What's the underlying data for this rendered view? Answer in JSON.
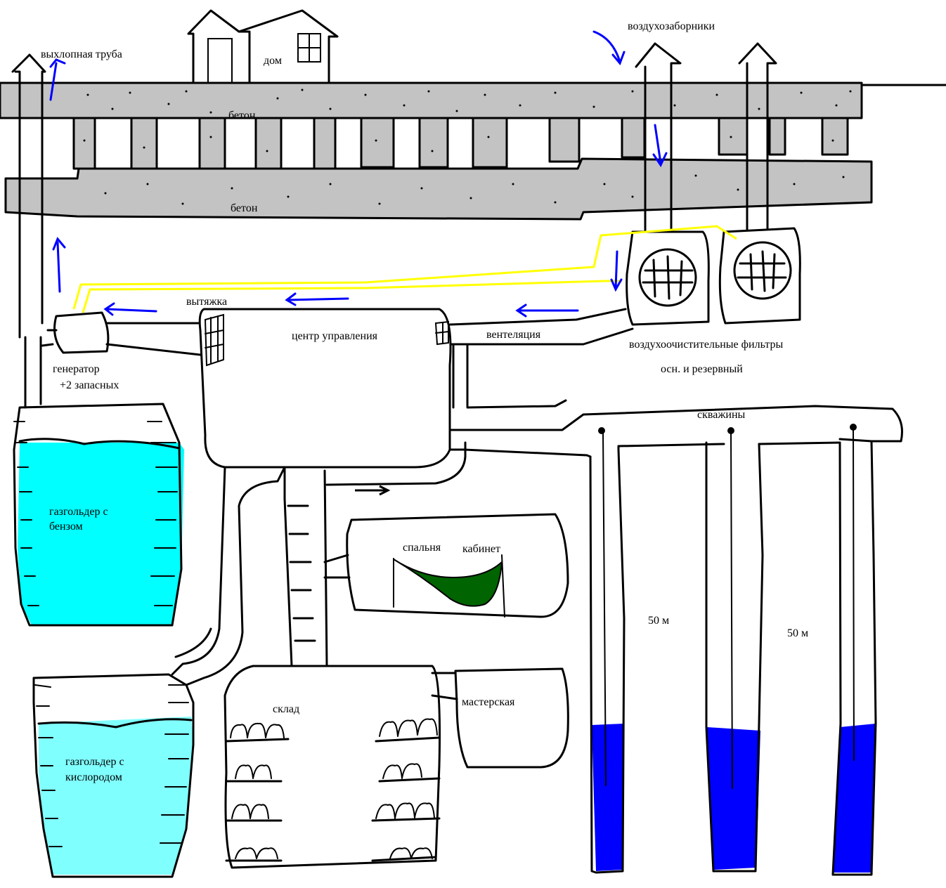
{
  "labels": {
    "exhaust_pipe": "выхлопная труба",
    "house": "дом",
    "air_intakes": "воздухозаборники",
    "concrete_top": "бетон",
    "concrete_bottom": "бетон",
    "hood": "вытяжка",
    "control_center": "центр управления",
    "ventilation": "вентеляция",
    "air_filters": "воздухоочистительные фильтры",
    "filters_main_reserve": "осн. и резервный",
    "generator": "генератор",
    "generator_spares": "+2 запасных",
    "wells": "скважины",
    "gasoline_tank_line1": "газгольдер с",
    "gasoline_tank_line2": "бензом",
    "oxygen_tank_line1": "газгольдер с",
    "oxygen_tank_line2": "кислородом",
    "bedroom": "спальня",
    "office": "кабинет",
    "storage": "склад",
    "workshop": "мастерская",
    "well_depth_1": "50 м",
    "well_depth_2": "50 м"
  },
  "colors": {
    "concrete": "#c3c3c3",
    "gasoline": "#00ffff",
    "oxygen": "#80ffff",
    "water": "#0000ff",
    "hammock": "#006400",
    "wire": "#ffff00",
    "airflow_arrow": "#0000ff"
  }
}
